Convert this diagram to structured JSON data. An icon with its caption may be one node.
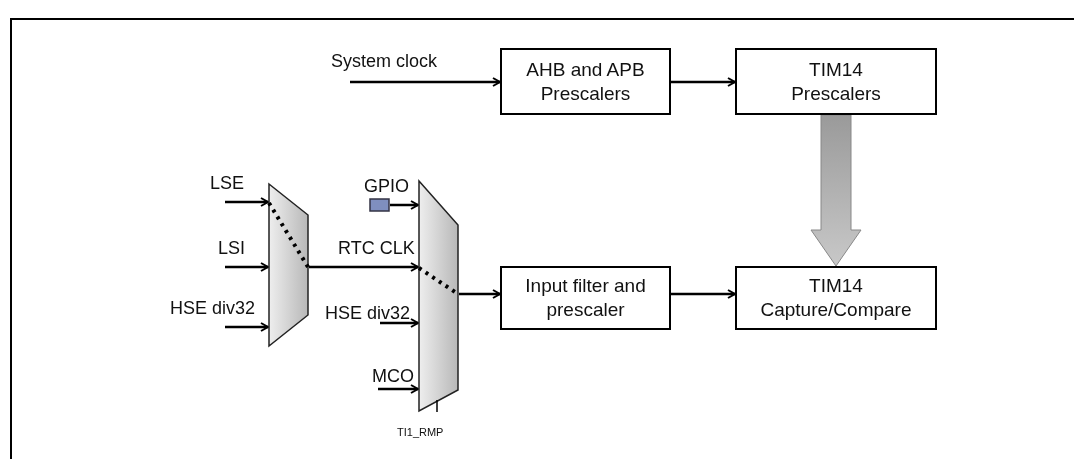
{
  "diagram": {
    "nodes": [
      {
        "text": [
          "AHB and APB Prescalers"
        ]
      },
      {
        "text": [
          "TIM14 Prescalers"
        ]
      },
      {
        "text": [],
        "shape": "trapezoid"
      },
      {
        "text": [],
        "shape": "trapezoid",
        "beside": [
          "TI1_RMP"
        ]
      },
      {
        "text": [
          "Input filter and prescaler"
        ]
      },
      {
        "text": [
          "TIM14 Capture/Compare"
        ]
      },
      {
        "text": [
          "GPIO"
        ]
      }
    ],
    "edges": [
      {
        "from": null,
        "to": 0,
        "arrow": "to",
        "label": "System clock"
      },
      {
        "from": 0,
        "to": 1,
        "arrow": "to"
      },
      {
        "from": 1,
        "to": 5,
        "arrow": "to",
        "style": "thick",
        "color": "#c8c8c8"
      },
      {
        "from": null,
        "to": 2,
        "arrow": "to",
        "label": "LSE"
      },
      {
        "from": null,
        "to": 2,
        "arrow": "to",
        "label": "LSI"
      },
      {
        "from": null,
        "to": 2,
        "arrow": "to",
        "label": "HSE div32"
      },
      {
        "from": 2,
        "to": 3,
        "arrow": "to",
        "label": "RTC CLK"
      },
      {
        "from": 6,
        "to": 3,
        "arrow": "to"
      },
      {
        "from": null,
        "to": 3,
        "arrow": "to",
        "label": "HSE div32"
      },
      {
        "from": null,
        "to": 3,
        "arrow": "to",
        "label": "MCO"
      },
      {
        "from": 3,
        "to": 4,
        "arrow": "to"
      },
      {
        "from": 4,
        "to": 5,
        "arrow": "to"
      }
    ]
  }
}
